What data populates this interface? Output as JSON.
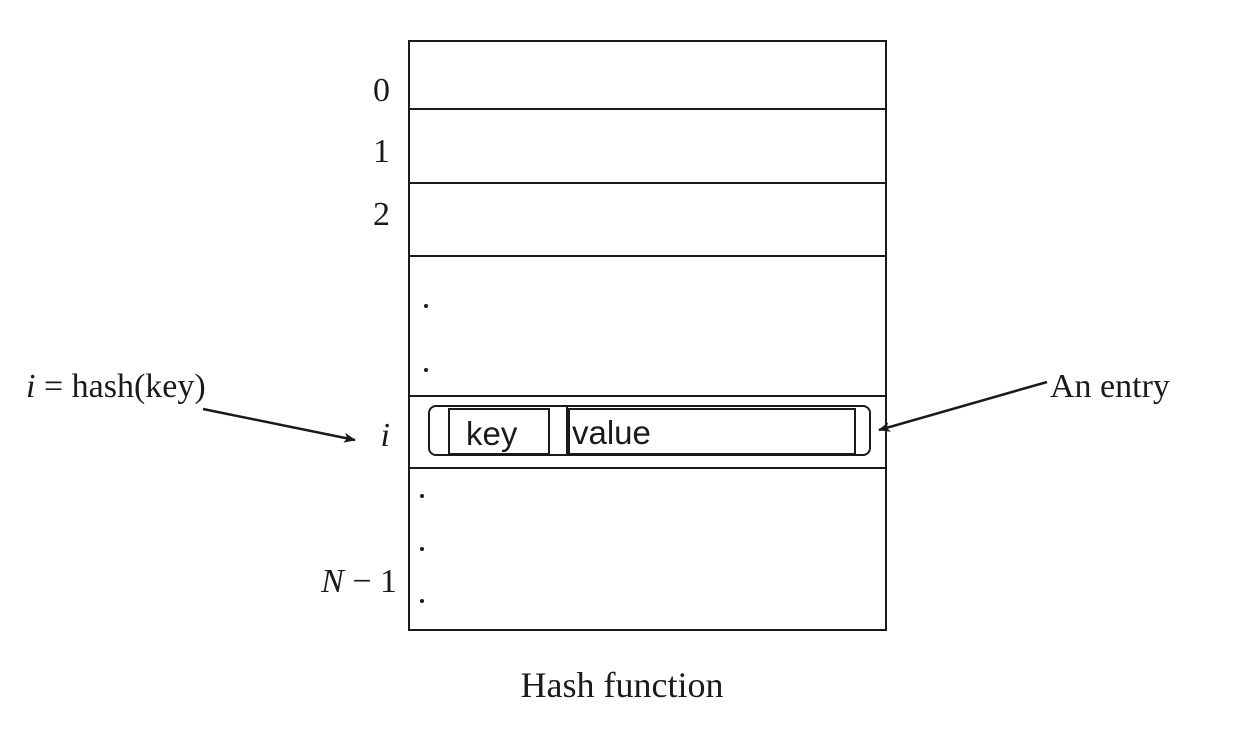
{
  "index_labels": {
    "zero": "0",
    "one": "1",
    "two": "2",
    "i": "i",
    "n_var": "N",
    "n_minus": " − 1"
  },
  "hash_label": {
    "var": "i",
    "rest": " = hash(key)"
  },
  "entry": {
    "key_text": "key",
    "value_text": "value"
  },
  "entry_label": "An entry",
  "caption": "Hash function"
}
